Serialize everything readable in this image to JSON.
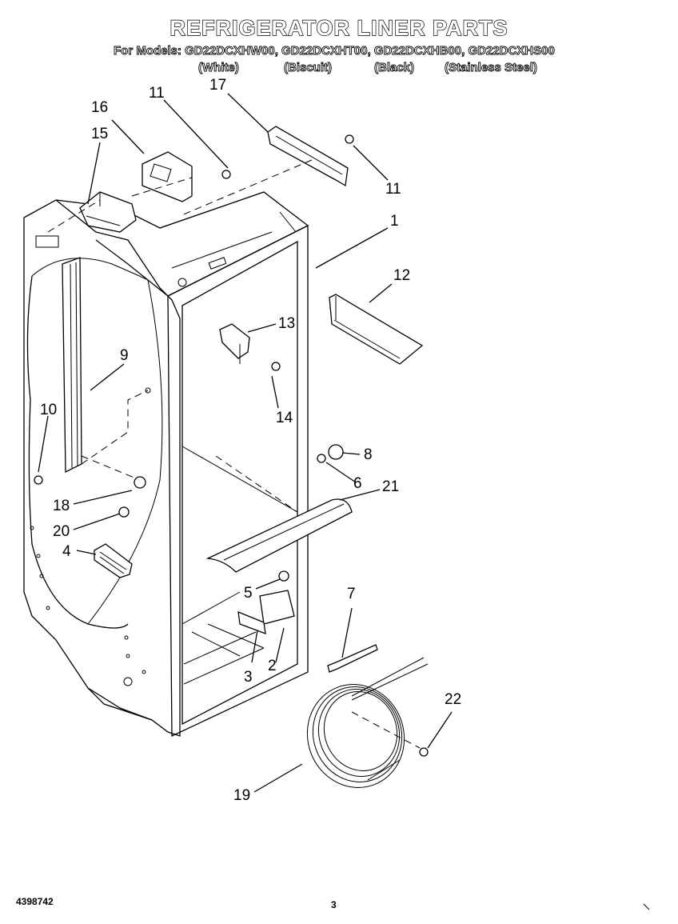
{
  "header": {
    "title": "REFRIGERATOR LINER PARTS",
    "models_line": "For Models: GD22DCXHW00, GD22DCXHT00, GD22DCXHB00, GD22DCXHS00",
    "finishes": [
      "(White)",
      "(Biscuit)",
      "(Black)",
      "(Stainless Steel)"
    ]
  },
  "callouts": [
    "1",
    "2",
    "3",
    "4",
    "5",
    "6",
    "7",
    "8",
    "9",
    "10",
    "11",
    "11",
    "12",
    "13",
    "14",
    "15",
    "16",
    "17",
    "18",
    "19",
    "20",
    "21",
    "22"
  ],
  "footer": {
    "part_number": "4398742",
    "page_number": "3"
  }
}
